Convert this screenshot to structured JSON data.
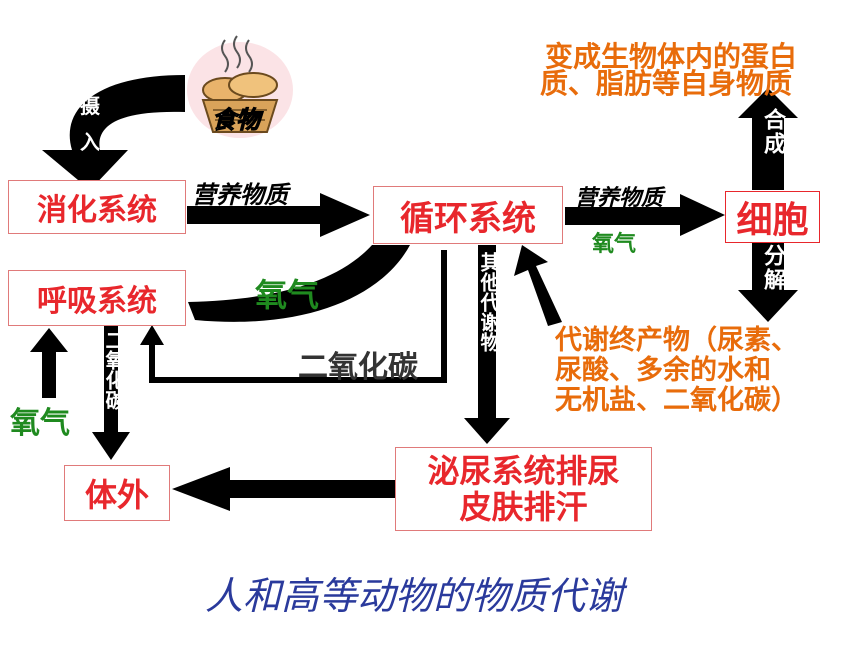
{
  "boxes": {
    "digestive": "消化系统",
    "circulatory": "循环系统",
    "cell": "细胞",
    "respiratory": "呼吸系统",
    "outside": "体外",
    "excretion_line1": "泌尿系统排尿",
    "excretion_line2": "皮肤排汗"
  },
  "labels": {
    "ingest_1": "摄",
    "ingest_2": "入",
    "food": "食物",
    "nutrients_1": "营养物质",
    "nutrients_2": "营养物质",
    "oxygen_to_cell": "氧气",
    "oxygen_big": "氧气",
    "oxygen_left": "氧气",
    "co2_horizontal": "二氧化碳",
    "co2_vertical": "二氧化碳",
    "other_metabolites": "其他代谢物",
    "synthesis": "合成",
    "decomposition": "分解",
    "become_line1": "变成生物体内的蛋白",
    "become_line2": "质、脂肪等自身物质",
    "end_products_line1": "代谢终产物（尿素、",
    "end_products_line2": "尿酸、多余的水和",
    "end_products_line3": "无机盐、二氧化碳）"
  },
  "title": "人和高等动物的物质代谢",
  "colors": {
    "box_text": "#e8272c",
    "green": "#1f8a1f",
    "orange": "#e86c0b",
    "title": "#2a3a9c",
    "arrow": "#000000"
  },
  "icons": {
    "food_basket": "bread-basket-icon"
  }
}
